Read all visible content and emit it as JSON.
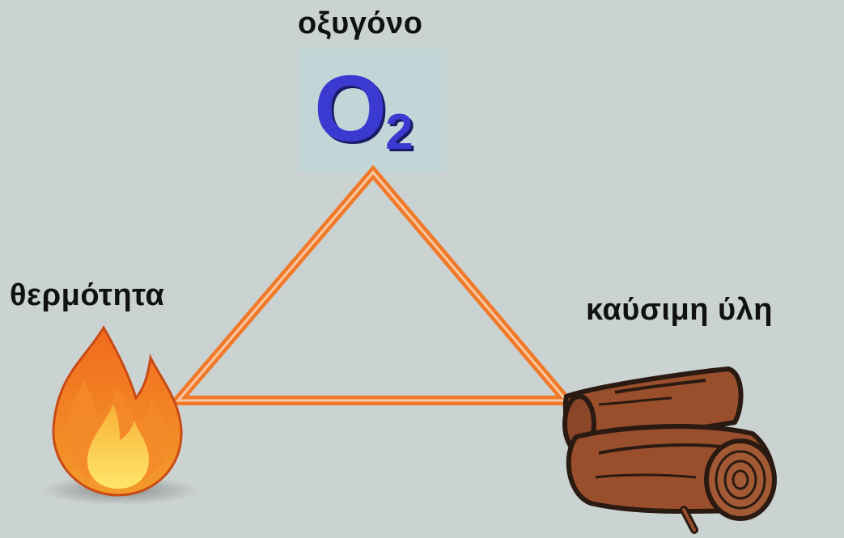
{
  "labels": {
    "oxygen": "οξυγόνο",
    "heat": "θερμότητα",
    "fuel": "καύσιμη ύλη"
  },
  "formula": {
    "element": "O",
    "subscript": "2"
  },
  "icons": {
    "heat": "fire-icon",
    "fuel": "logs-icon"
  },
  "colors": {
    "background": "#cbd3d2",
    "triangle": "#f07a2a",
    "formula": "#3a3ad0",
    "formula_box": "#c2d6d8"
  }
}
